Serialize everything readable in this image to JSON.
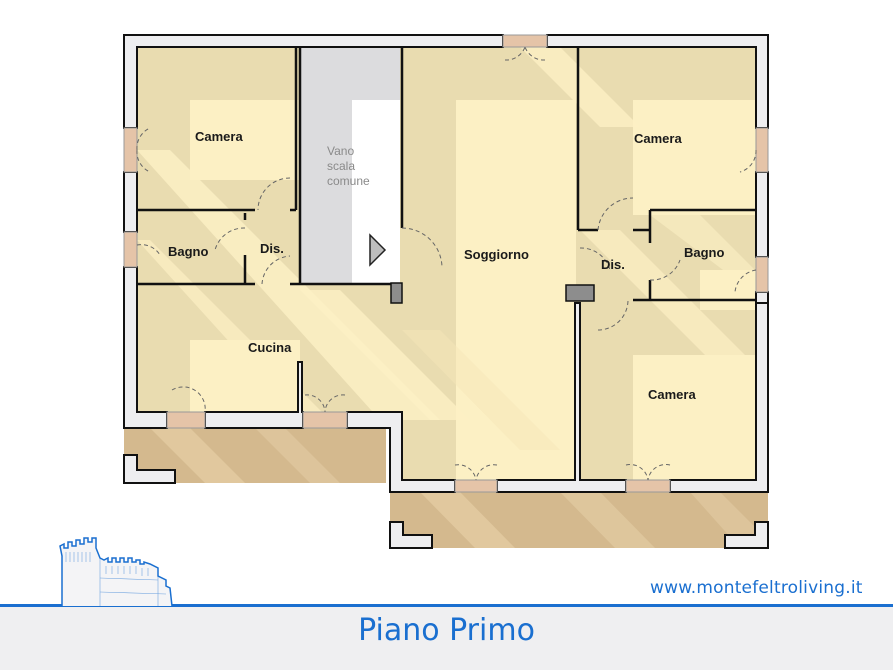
{
  "floorplan": {
    "title": "Piano Primo",
    "website": "www.montefeltroliving.it",
    "rooms": [
      {
        "id": "camera-nw",
        "label": "Camera"
      },
      {
        "id": "bagno-w",
        "label": "Bagno"
      },
      {
        "id": "dis-w",
        "label": "Dis."
      },
      {
        "id": "stair",
        "label_lines": [
          "Vano",
          "scala",
          "comune"
        ]
      },
      {
        "id": "soggiorno",
        "label": "Soggiorno"
      },
      {
        "id": "camera-ne",
        "label": "Camera"
      },
      {
        "id": "dis-e",
        "label": "Dis."
      },
      {
        "id": "bagno-e",
        "label": "Bagno"
      },
      {
        "id": "cucina",
        "label": "Cucina"
      },
      {
        "id": "camera-se",
        "label": "Camera"
      }
    ],
    "colors": {
      "floor_light": "#fcf0c4",
      "floor_shadow": "#e9dcb0",
      "balcony": "#d4b98e",
      "balcony_light": "#e3cca3",
      "stair_gray": "#dcdcde",
      "wall_fill": "#eeeef0",
      "wall_stroke": "#111111",
      "brand_blue": "#1a6fd0",
      "footer_bg": "#efeff1"
    }
  }
}
